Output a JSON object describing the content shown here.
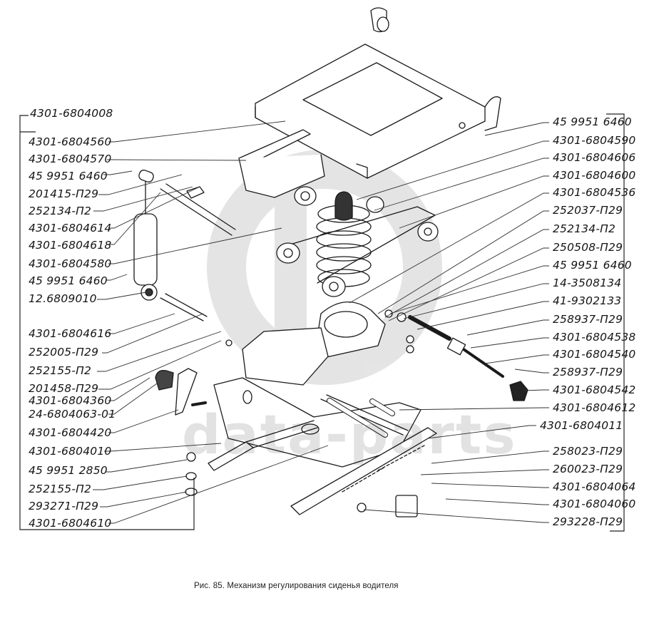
{
  "figure": {
    "caption": "Рис. 85.  Механизм регулирования сиденья водителя",
    "watermark": "data-parts",
    "assembly_label": "4301-6804008"
  },
  "left_labels": [
    "4301-6804560",
    "4301-6804570",
    "45 9951 6460",
    "201415-П29",
    "252134-П2",
    "4301-6804614",
    "4301-6804618",
    "4301-6804580",
    "45 9951 6460",
    "12.6809010",
    "4301-6804616",
    "252005-П29",
    "252155-П2",
    "201458-П29",
    "4301-6804360",
    "24-6804063-01",
    "4301-6804420",
    "4301-6804010",
    "45 9951 2850",
    "252155-П2",
    "293271-П29",
    "4301-6804610"
  ],
  "right_labels": [
    "45 9951 6460",
    "4301-6804590",
    "4301-6804606",
    "4301-6804600",
    "4301-6804536",
    "252037-П29",
    "252134-П2",
    "250508-П29",
    "45 9951 6460",
    "14-3508134",
    "41-9302133",
    "258937-П29",
    "4301-6804538",
    "4301-6804540",
    "258937-П29",
    "4301-6804542",
    "4301-6804612",
    "4301-6804011",
    "258023-П29",
    "260023-П29",
    "4301-6804064",
    "4301-6804060",
    "293228-П29"
  ]
}
